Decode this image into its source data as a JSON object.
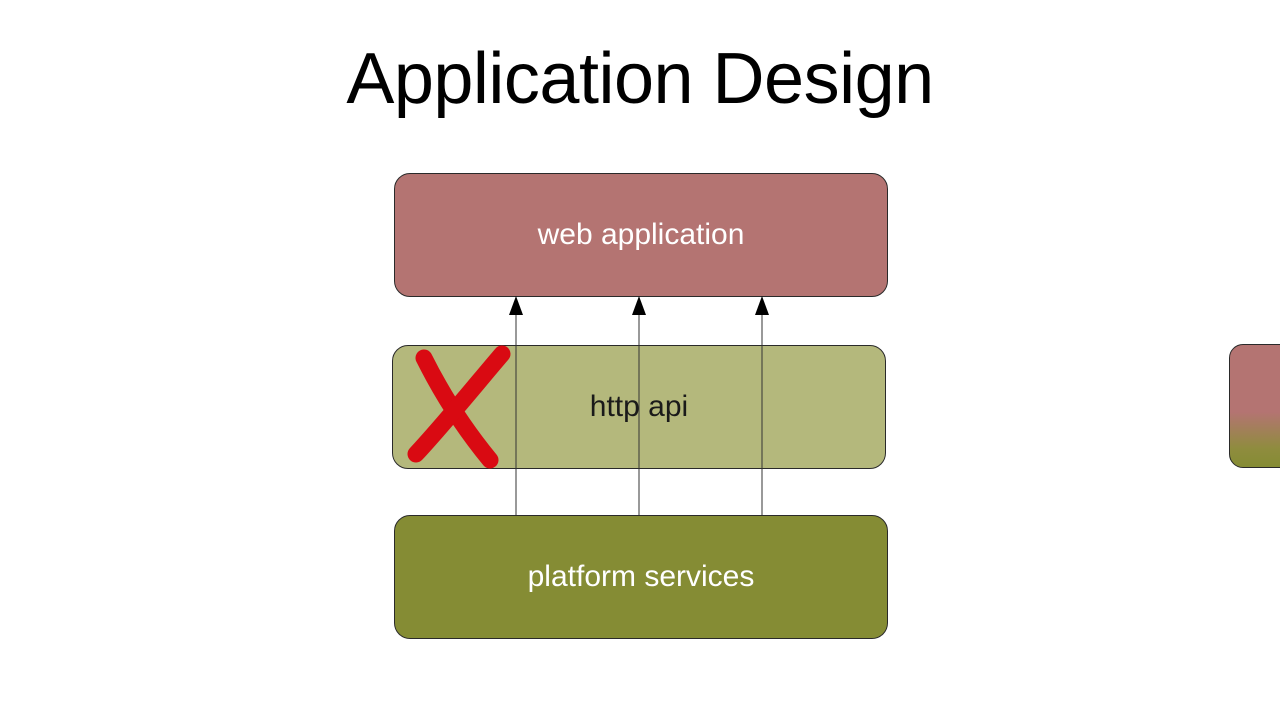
{
  "slide": {
    "title": "Application Design"
  },
  "layers": {
    "web_application": "web application",
    "http_api": "http api",
    "platform_services": "platform services"
  },
  "colors": {
    "web_application": "#b47472",
    "http_api": "#b4b87c",
    "platform_services": "#858c34",
    "x_mark": "#d90a12"
  },
  "icons": {
    "rejected_mark": "red-x-icon"
  }
}
